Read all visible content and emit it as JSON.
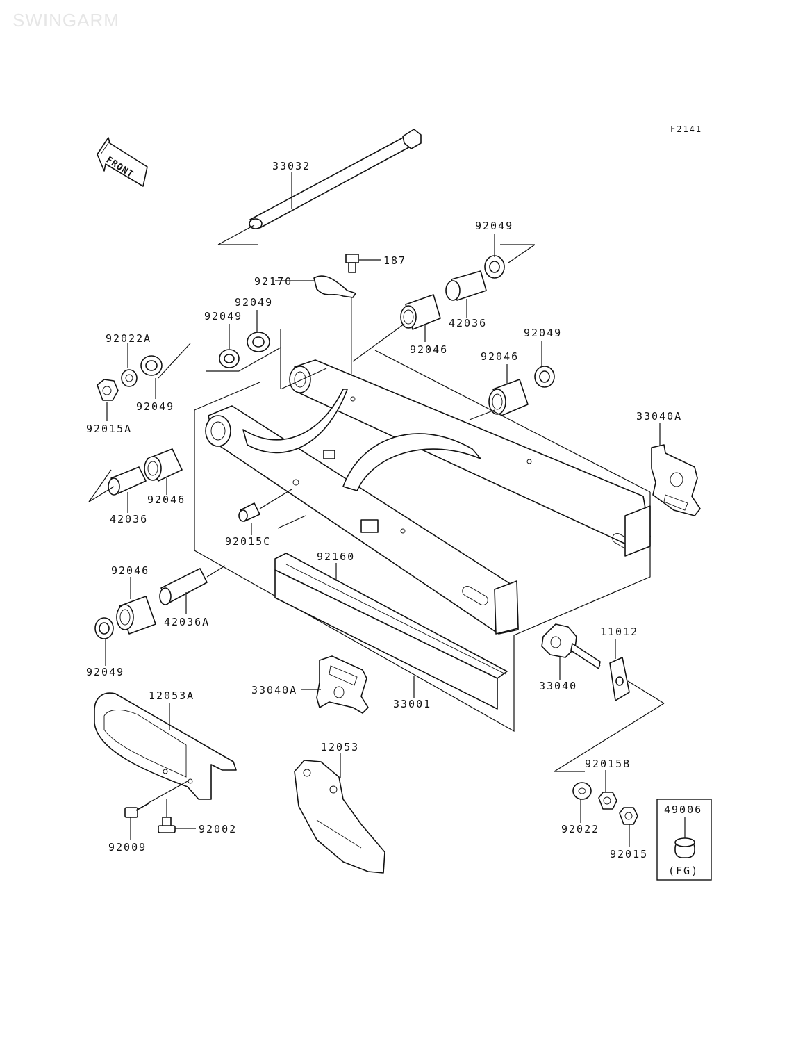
{
  "watermark": "SWINGARM",
  "figure_code": "F2141",
  "front_label": "FRONT",
  "parts": {
    "p33032": "33032",
    "p187": "187",
    "p92170": "92170",
    "p92049_top": "92049",
    "p42036_top": "42036",
    "p92046_top": "92046",
    "p92049_a": "92049",
    "p92049_b": "92049",
    "p92022A": "92022A",
    "p92049_c": "92049",
    "p92015A": "92015A",
    "p92046_mid": "92046",
    "p92049_d": "92049",
    "p33040A_r": "33040A",
    "p92046_l": "92046",
    "p42036_l": "42036",
    "p92015C": "92015C",
    "p92160": "92160",
    "p92046_ll": "92046",
    "p42036A": "42036A",
    "p92049_e": "92049",
    "p11012": "11012",
    "p33040": "33040",
    "p33040A_c": "33040A",
    "p33001": "33001",
    "p12053A": "12053A",
    "p12053": "12053",
    "p92002": "92002",
    "p92009": "92009",
    "p92015B": "92015B",
    "p92022": "92022",
    "p92015": "92015",
    "p49006": "49006",
    "fg": "(FG)"
  }
}
